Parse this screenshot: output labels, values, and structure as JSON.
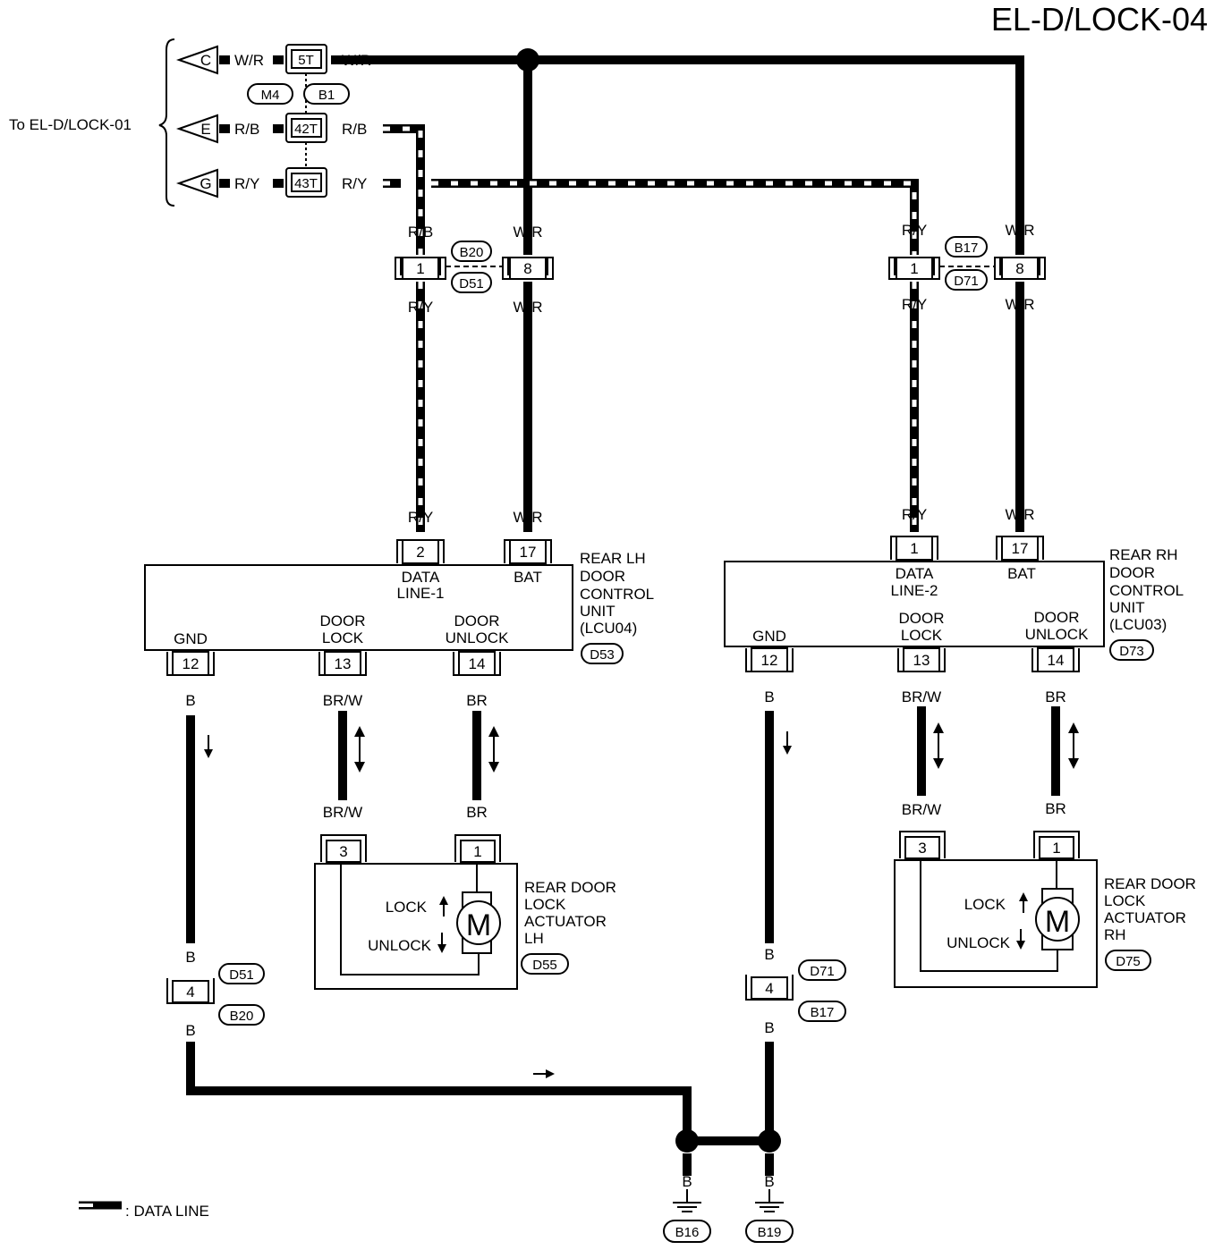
{
  "title": "EL-D/LOCK-04",
  "source_ref": "To EL-D/LOCK-01",
  "connectors_left": [
    {
      "term": "C",
      "wire": "W/R",
      "pin": "5T",
      "out": "W/R"
    },
    {
      "term": "E",
      "wire": "R/B",
      "pin": "42T",
      "out": "R/B"
    },
    {
      "term": "G",
      "wire": "R/Y",
      "pin": "43T",
      "out": "R/Y"
    }
  ],
  "mid_tags": [
    "M4",
    "B1"
  ],
  "lh": {
    "conn_tags": [
      "B20",
      "D51"
    ],
    "pin_a": "1",
    "pin_b": "8",
    "wire_a_top": "R/B",
    "wire_a_bot": "R/Y",
    "wire_b_top": "W/R",
    "wire_b_bot": "W/R",
    "unit_name": [
      "REAR LH",
      "DOOR",
      "CONTROL",
      "UNIT",
      "(LCU04)"
    ],
    "unit_tag": "D53",
    "in_pins": [
      {
        "wire": "R/Y",
        "pin": "2",
        "label": [
          "DATA",
          "LINE-1"
        ]
      },
      {
        "wire": "W/R",
        "pin": "17",
        "label": [
          "BAT"
        ]
      }
    ],
    "out_pins": [
      {
        "wire": "B",
        "pin": "12",
        "label": [
          "GND"
        ]
      },
      {
        "wire": "BR/W",
        "pin": "13",
        "label": [
          "DOOR",
          "LOCK"
        ]
      },
      {
        "wire": "BR",
        "pin": "14",
        "label": [
          "DOOR",
          "UNLOCK"
        ]
      }
    ],
    "act_pins": [
      {
        "wire": "BR/W",
        "pin": "3"
      },
      {
        "wire": "BR",
        "pin": "1"
      }
    ],
    "act_name": [
      "REAR DOOR",
      "LOCK",
      "ACTUATOR",
      "LH"
    ],
    "act_tag": "D55",
    "gnd_conn": {
      "top": "B",
      "pin": "4",
      "bot": "B",
      "tag_top": "D51",
      "tag_bot": "B20"
    }
  },
  "rh": {
    "conn_tags": [
      "B17",
      "D71"
    ],
    "pin_a": "1",
    "pin_b": "8",
    "wire_a_top": "R/Y",
    "wire_a_bot": "R/Y",
    "wire_b_top": "W/R",
    "wire_b_bot": "W/R",
    "unit_name": [
      "REAR RH",
      "DOOR",
      "CONTROL",
      "UNIT",
      "(LCU03)"
    ],
    "unit_tag": "D73",
    "in_pins": [
      {
        "wire": "R/Y",
        "pin": "1",
        "label": [
          "DATA",
          "LINE-2"
        ]
      },
      {
        "wire": "W/R",
        "pin": "17",
        "label": [
          "BAT"
        ]
      }
    ],
    "out_pins": [
      {
        "wire": "B",
        "pin": "12",
        "label": [
          "GND"
        ]
      },
      {
        "wire": "BR/W",
        "pin": "13",
        "label": [
          "DOOR",
          "LOCK"
        ]
      },
      {
        "wire": "BR",
        "pin": "14",
        "label": [
          "DOOR",
          "UNLOCK"
        ]
      }
    ],
    "act_pins": [
      {
        "wire": "BR/W",
        "pin": "3"
      },
      {
        "wire": "BR",
        "pin": "1"
      }
    ],
    "act_name": [
      "REAR DOOR",
      "LOCK",
      "ACTUATOR",
      "RH"
    ],
    "act_tag": "D75",
    "gnd_conn": {
      "top": "B",
      "pin": "4",
      "bot": "B",
      "tag_top": "D71",
      "tag_bot": "B17"
    }
  },
  "actuator": {
    "lock": "LOCK",
    "unlock": "UNLOCK",
    "motor": "M"
  },
  "grounds": [
    {
      "wire": "B",
      "tag": "B16"
    },
    {
      "wire": "B",
      "tag": "B19"
    }
  ],
  "legend": ": DATA LINE"
}
